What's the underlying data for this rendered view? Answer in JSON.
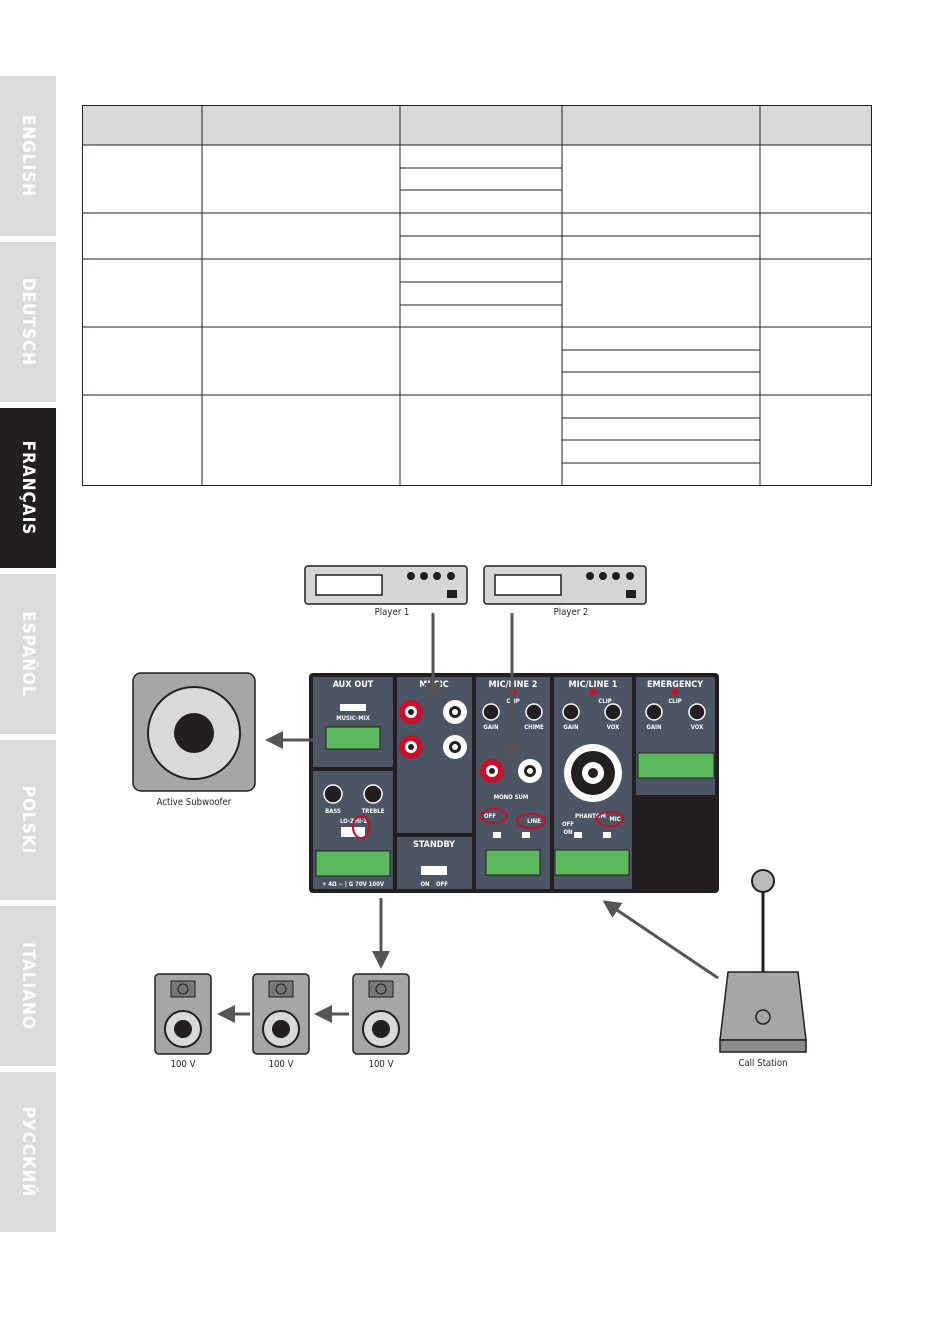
{
  "sidebar": {
    "tabs": [
      {
        "label": "ENGLISH",
        "active": false
      },
      {
        "label": "DEUTSCH",
        "active": false
      },
      {
        "label": "FRANÇAIS",
        "active": true
      },
      {
        "label": "ESPAÑOL",
        "active": false
      },
      {
        "label": "POLSKI",
        "active": false
      },
      {
        "label": "ITALIANO",
        "active": false
      },
      {
        "label": "РУССКИЙ",
        "active": false
      }
    ]
  },
  "diagram": {
    "devices": {
      "player1": "Player 1",
      "player2": "Player 2",
      "subwoofer": "Active Subwoofer",
      "call_station": "Call Station",
      "speaker_1": "100 V",
      "speaker_2": "100 V",
      "speaker_3": "100 V"
    },
    "panel": {
      "aux_out": "AUX OUT",
      "music_mix": "MUSIC-MIX",
      "music": "MUSIC",
      "standby": "STANDBY",
      "standby_on": "ON",
      "standby_off": "OFF",
      "mic_line_2": "MIC/LINE 2",
      "mic_line_1": "MIC/LINE 1",
      "emergency": "EMERGENCY",
      "clip": "CLIP",
      "gain": "GAIN",
      "chime": "CHIME",
      "vox": "VOX",
      "bass": "BASS",
      "treble": "TREBLE",
      "lo_z": "LO-Z",
      "hi_z": "HI-Z",
      "mono_sum": "MONO SUM",
      "phantom": "PHANTOM",
      "off": "OFF",
      "on": "ON",
      "mic": "MIC",
      "line": "LINE",
      "spk_terminals": "+ 4Ω −  |  G   70V  100V"
    }
  },
  "colors": {
    "panel": "#4b5563",
    "panel_dark": "#231f20",
    "terminal": "#5cb85c",
    "rca_red": "#c8102e",
    "highlight": "#c8102e",
    "tab_inactive": "#dcdcdc",
    "tab_active": "#231f20"
  }
}
